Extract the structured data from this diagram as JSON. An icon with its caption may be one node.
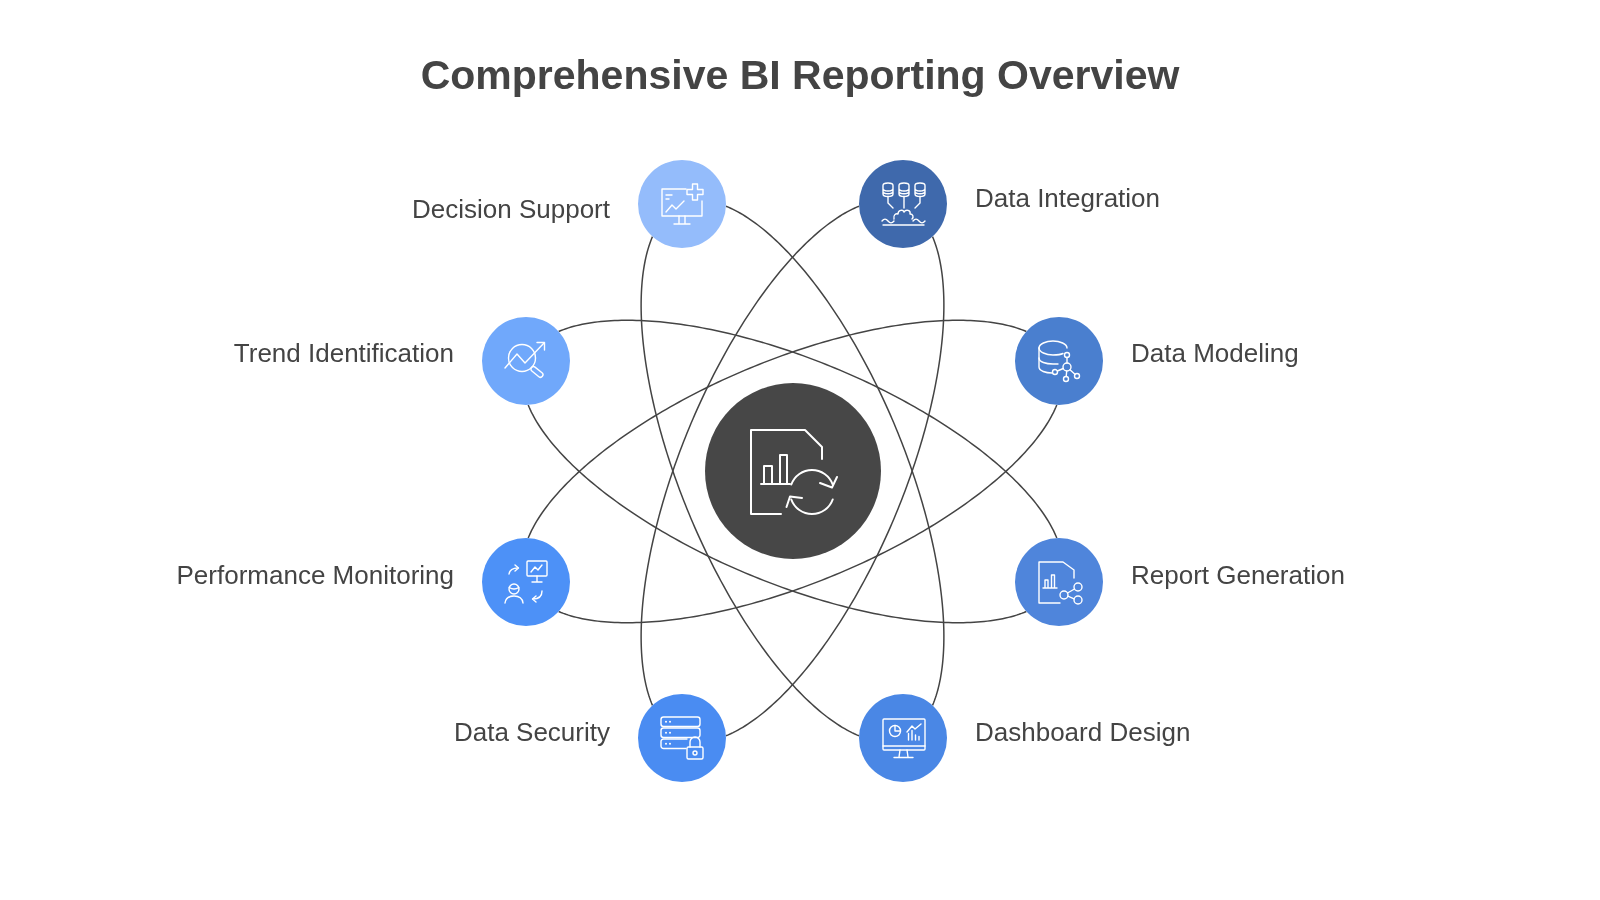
{
  "diagram": {
    "title": "Comprehensive BI Reporting Overview",
    "nodes": [
      {
        "text": [
          "Decision Support"
        ]
      },
      {
        "text": [
          "Data Integration"
        ]
      },
      {
        "text": [
          "Trend Identification"
        ]
      },
      {
        "text": [
          "Data Modeling"
        ]
      },
      {
        "text": [],
        "shape": "circle"
      },
      {
        "text": [
          "Performance Monitoring"
        ]
      },
      {
        "text": [
          "Report Generation"
        ]
      },
      {
        "text": [
          "Data Security"
        ]
      },
      {
        "text": [
          "Dashboard Design"
        ]
      }
    ],
    "edges": [
      {
        "from": 0,
        "to": 8,
        "arrow": "none"
      },
      {
        "from": 0,
        "to": 8,
        "arrow": "none"
      },
      {
        "from": 1,
        "to": 7,
        "arrow": "none"
      },
      {
        "from": 1,
        "to": 7,
        "arrow": "none"
      },
      {
        "from": 2,
        "to": 6,
        "arrow": "none"
      },
      {
        "from": 2,
        "to": 6,
        "arrow": "none"
      },
      {
        "from": 3,
        "to": 5,
        "arrow": "none"
      },
      {
        "from": 3,
        "to": 5,
        "arrow": "none"
      }
    ]
  }
}
